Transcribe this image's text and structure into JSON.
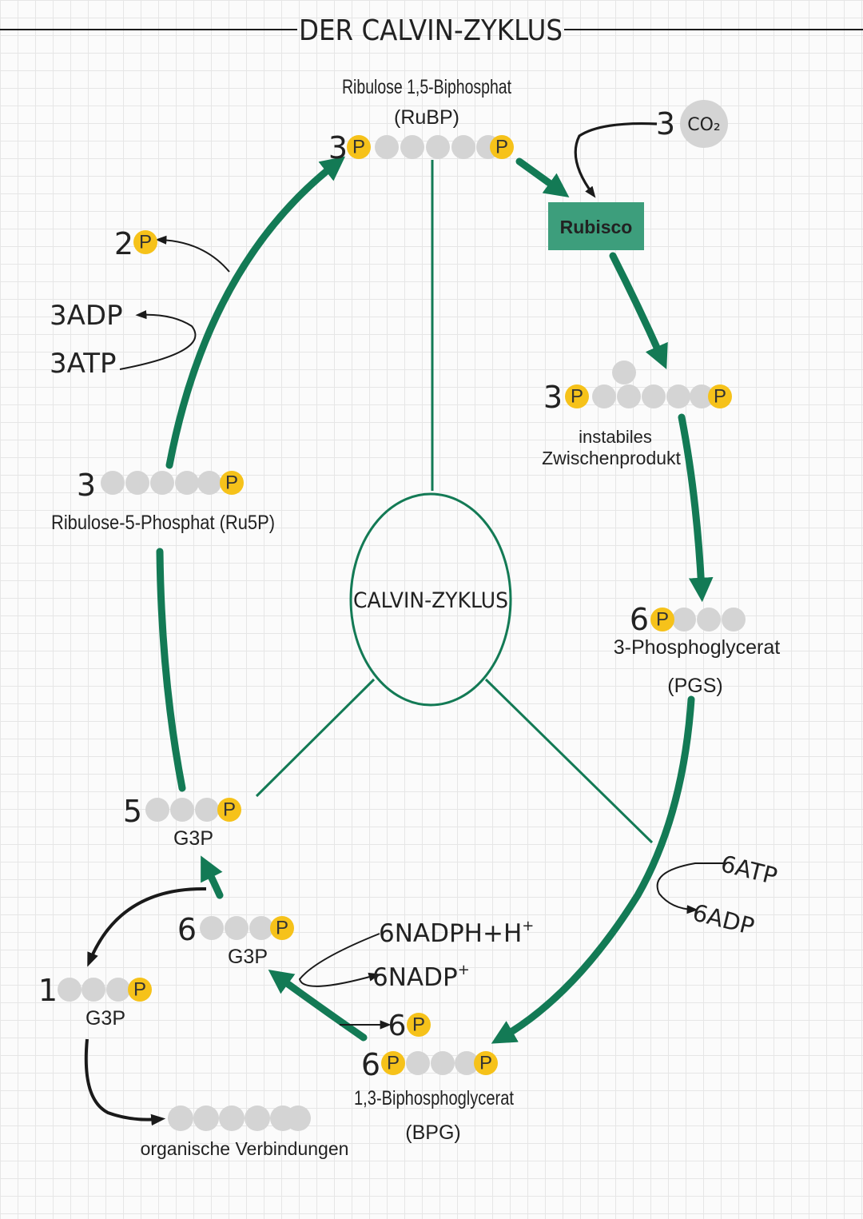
{
  "title": "DER CALVIN-ZYKLUS",
  "center_label": "CALVIN-ZYKLUS",
  "colors": {
    "green": "#137a55",
    "rubisco_box": "#3d9e7c",
    "carbon": "#d4d4d4",
    "phosphate": "#f6c21a",
    "line": "#1a1a1a"
  },
  "phosphate_symbol": "P",
  "rubp": {
    "name": "Ribulose 1,5-Biphosphat",
    "abbr": "(RuBP)",
    "count": "3"
  },
  "co2": {
    "count": "3",
    "label": "CO₂"
  },
  "rubisco": "Rubisco",
  "intermediate": {
    "count": "3",
    "name_line1": "instabiles",
    "name_line2": "Zwischenprodukt"
  },
  "pgs": {
    "count": "6",
    "name": "3-Phosphoglycerat",
    "abbr": "(PGS)"
  },
  "atp_right": {
    "atp": "6ATP",
    "adp": "6ADP"
  },
  "bpg": {
    "count": "6",
    "name": "1,3-Biphosphoglycerat",
    "abbr": "(BPG)"
  },
  "phosphate_release": {
    "count": "6"
  },
  "nadph": {
    "nadph": "6NADPH+H",
    "nadph_sup": "+",
    "nadp": "6NADP",
    "nadp_sup": "+"
  },
  "g3p_six": {
    "count": "6",
    "label": "G3P"
  },
  "g3p_five": {
    "count": "5",
    "label": "G3P"
  },
  "g3p_one": {
    "count": "1",
    "label": "G3P"
  },
  "organic": "organische Verbindungen",
  "ru5p": {
    "count": "3",
    "name": "Ribulose-5-Phosphat (Ru5P)"
  },
  "atp_left": {
    "atp": "3ATP",
    "adp": "3ADP"
  },
  "phosphate_left": {
    "count": "2"
  }
}
